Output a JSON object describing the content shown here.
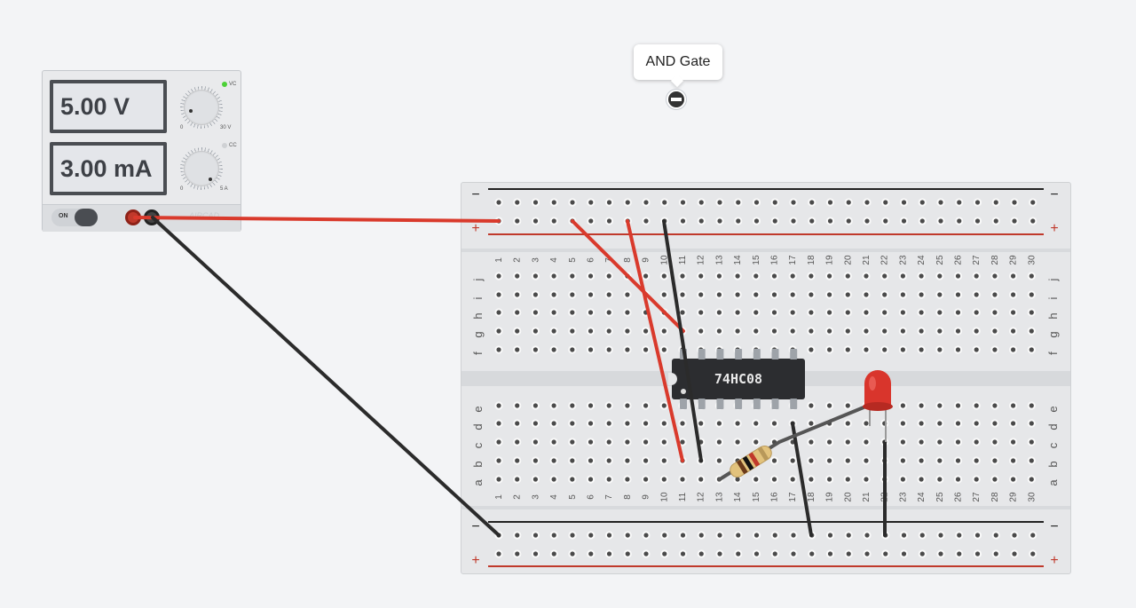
{
  "tooltip": {
    "label": "AND Gate",
    "probe_icon": "minus-circle-icon"
  },
  "power_supply": {
    "voltage_display": "5.00 V",
    "current_display": "3.00 mA",
    "voltage_knob_min": "0",
    "voltage_knob_max": "30 V",
    "current_knob_min": "0",
    "current_knob_max": "5 A",
    "vc_indicator": "VC",
    "cc_indicator": "CC",
    "switch_label": "ON",
    "brand": "AIRCAD"
  },
  "breadboard": {
    "column_labels": [
      "1",
      "2",
      "3",
      "4",
      "5",
      "6",
      "7",
      "8",
      "9",
      "10",
      "11",
      "12",
      "13",
      "14",
      "15",
      "16",
      "17",
      "18",
      "19",
      "20",
      "21",
      "22",
      "23",
      "24",
      "25",
      "26",
      "27",
      "28",
      "29",
      "30"
    ],
    "row_labels_top": [
      "j",
      "i",
      "h",
      "g",
      "f"
    ],
    "row_labels_bottom": [
      "e",
      "d",
      "c",
      "b",
      "a"
    ],
    "rail_minus": "−",
    "rail_plus": "+"
  },
  "ic": {
    "part": "74HC08"
  },
  "components": {
    "resistor": "resistor-icon",
    "led": "red-led-icon"
  },
  "colors": {
    "wire_red": "#d93a2c",
    "wire_black": "#2b2b2b",
    "rail_red": "#c0392b",
    "rail_black": "#222222",
    "led_red": "#d9352c"
  }
}
